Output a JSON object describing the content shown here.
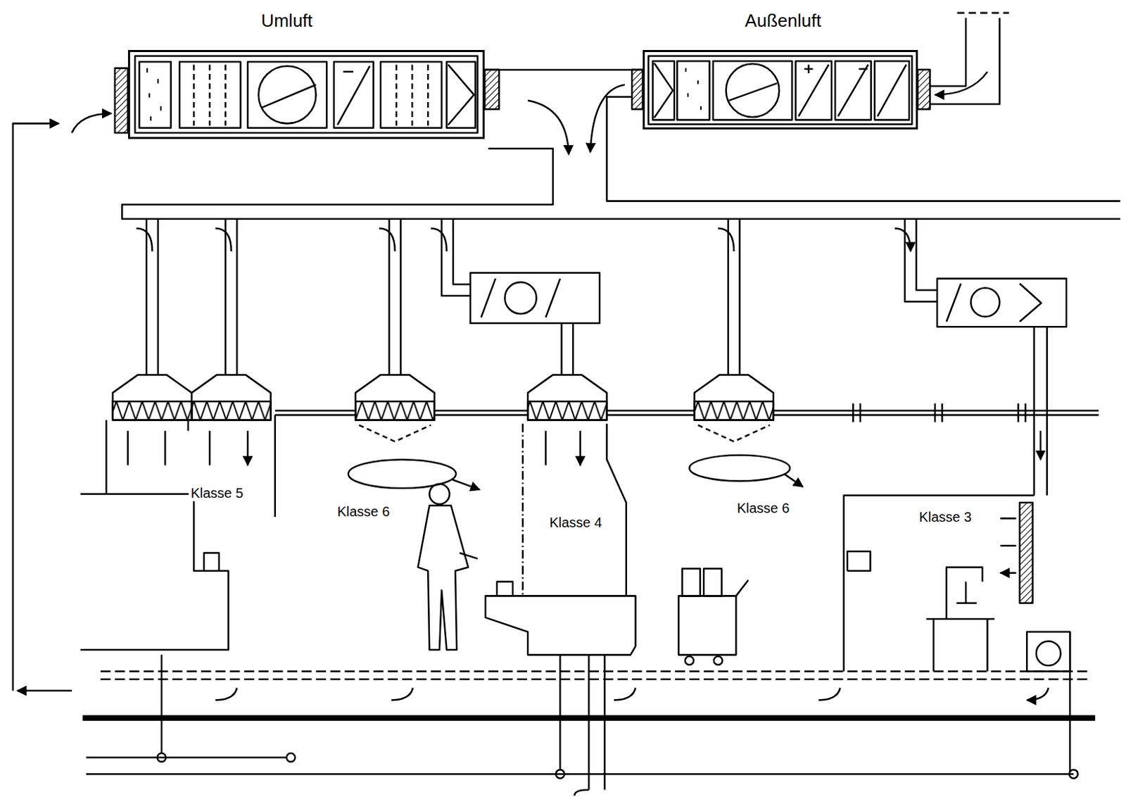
{
  "diagram": {
    "nodes": [
      {
        "text": [
          "Umluft"
        ]
      },
      {
        "text": [
          "Außenluft"
        ]
      }
    ],
    "edges": [
      {
        "from": 1,
        "to": 0,
        "arrow": "none"
      }
    ],
    "labels": [
      "Klasse 5",
      "Klasse 6",
      "Klasse 4",
      "Klasse 6",
      "Klasse 3"
    ]
  }
}
